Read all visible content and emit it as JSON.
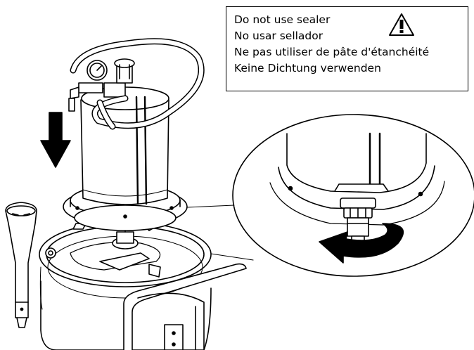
{
  "warning_note": {
    "lines": [
      "Do not use sealer",
      "No usar sellador",
      "Ne pas utiliser de pâte d'étanchéité",
      "Keine Dichtung verwenden"
    ],
    "icon": "warning-triangle-icon"
  },
  "illustration": {
    "main_view": "tank-assembly-illustration",
    "detail_view": "fitting-detail-circle",
    "arrows": [
      "down-arrow-icon",
      "rotate-arrow-icon"
    ]
  }
}
